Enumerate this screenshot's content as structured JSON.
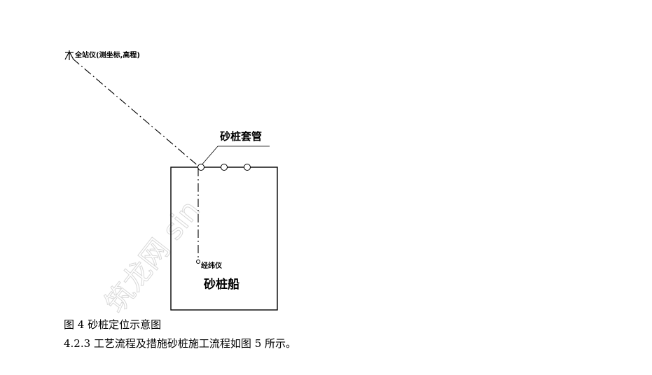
{
  "figure": {
    "labels": {
      "total_station": "全站仪(测坐标,高程)",
      "sand_pile_casing": "砂桩套管",
      "theodolite": "经纬仪",
      "sand_pile_ship": "砂桩船"
    },
    "watermark": "筑龙网 sin"
  },
  "caption": "图 4  砂桩定位示意图",
  "body_text": "4.2.3  工艺流程及措施砂桩施工流程如图 5  所示。"
}
